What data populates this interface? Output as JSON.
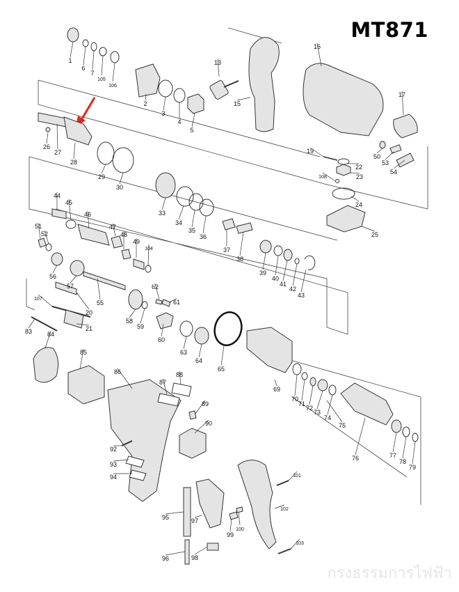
{
  "model": "MT871",
  "watermark": "กรงธรรมการไฟฟ้า",
  "parts": [
    "1",
    "2",
    "3",
    "4",
    "5",
    "6",
    "7",
    "13",
    "15",
    "16",
    "17",
    "19",
    "20",
    "21",
    "22",
    "23",
    "24",
    "25",
    "26",
    "27",
    "28",
    "29",
    "30",
    "33",
    "34",
    "35",
    "36",
    "37",
    "38",
    "39",
    "40",
    "41",
    "42",
    "43",
    "44",
    "45",
    "46",
    "47",
    "48",
    "49",
    "50",
    "51",
    "52",
    "53",
    "54",
    "55",
    "56",
    "57",
    "58",
    "59",
    "60",
    "61",
    "62",
    "63",
    "64",
    "65",
    "69",
    "70",
    "71",
    "72",
    "73",
    "74",
    "75",
    "76",
    "77",
    "78",
    "79",
    "83",
    "84",
    "85",
    "86",
    "87",
    "88",
    "89",
    "90",
    "92",
    "93",
    "94",
    "95",
    "96",
    "97",
    "98",
    "99",
    "100",
    "101",
    "102",
    "103",
    "104",
    "105",
    "106",
    "107",
    "108"
  ],
  "colors": {
    "arrow": "#e3261c",
    "line": "#333333",
    "part": "#444444",
    "fill": "#d9d9d9"
  }
}
